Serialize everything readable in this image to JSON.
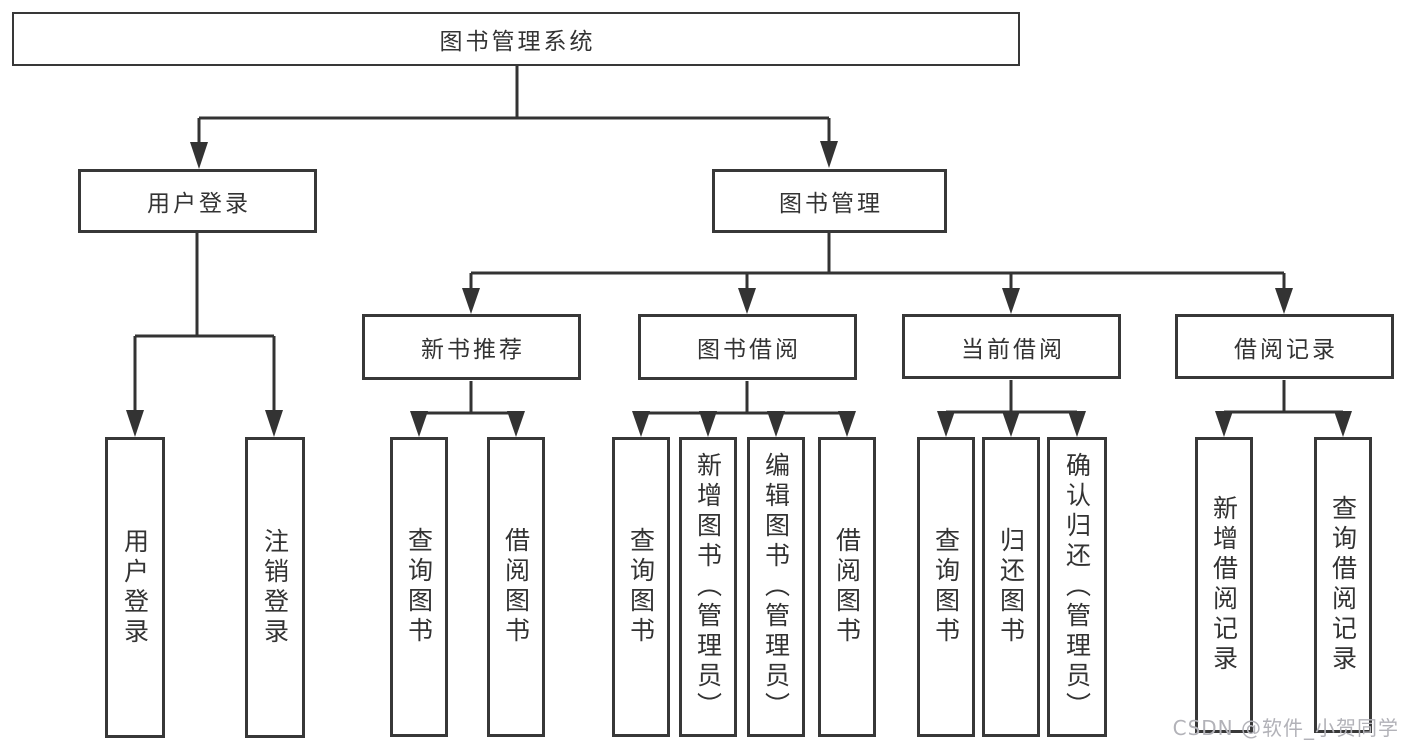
{
  "diagram": {
    "type": "tree",
    "root": {
      "label": "图书管理系统"
    },
    "branches": [
      {
        "label": "用户登录",
        "children": [
          {
            "label": "用户登录"
          },
          {
            "label": "注销登录"
          }
        ]
      },
      {
        "label": "图书管理",
        "children": [
          {
            "label": "新书推荐",
            "children": [
              {
                "label": "查询图书"
              },
              {
                "label": "借阅图书"
              }
            ]
          },
          {
            "label": "图书借阅",
            "children": [
              {
                "label": "查询图书"
              },
              {
                "label": "新增图书（管理员）"
              },
              {
                "label": "编辑图书（管理员）"
              },
              {
                "label": "借阅图书"
              }
            ]
          },
          {
            "label": "当前借阅",
            "children": [
              {
                "label": "查询图书"
              },
              {
                "label": "归还图书"
              },
              {
                "label": "确认归还（管理员）"
              }
            ]
          },
          {
            "label": "借阅记录",
            "children": [
              {
                "label": "新增借阅记录"
              },
              {
                "label": "查询借阅记录"
              }
            ]
          }
        ]
      }
    ],
    "watermark": "CSDN @软件_小贺同学",
    "colors": {
      "line": "#333333",
      "box_border": "#383838",
      "text": "#333333",
      "watermark": "#b2b2b8",
      "background": "#ffffff"
    }
  }
}
